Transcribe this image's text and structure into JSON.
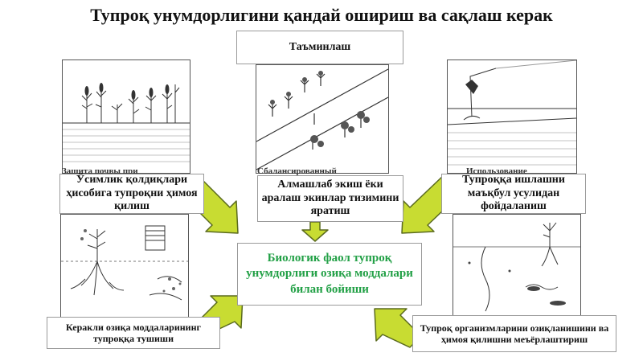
{
  "title": "Тупроқ унумдорлигини қандай ошириш ва сақлаш керак",
  "top_label": "Таъминлаш",
  "center_text": "Биологик фаол тупроқ унумдорлиги озиқа моддалари билан бойиши",
  "boxes": {
    "left_top": "Ўсимлик қолдиқлари ҳисобига тупроқни ҳимоя қилиш",
    "center_top": "Алмашлаб экиш ёки аралаш экинлар тизимини яратиш",
    "right_top": "Тупроққа ишлашни маъқбул усулидан фойдаланиш",
    "left_bottom": "Керакли озиқа моддаларининг тупроққа тушиши",
    "right_bottom": "Тупроқ организмларини озиқланишини ва ҳимоя қилишни меъёрлаштириш"
  },
  "partial_captions": {
    "left": "Защита почвы при",
    "center": "Сбалансированный",
    "right": "Использование"
  },
  "colors": {
    "arrow_fill": "#c8dc32",
    "arrow_stroke": "#5a6a1e",
    "center_text": "#22a046"
  },
  "icons": [
    "plants-soil-sketch",
    "crop-rows-sketch",
    "plough-sketch",
    "roots-fertilizer-sketch",
    "soil-organisms-sketch"
  ]
}
